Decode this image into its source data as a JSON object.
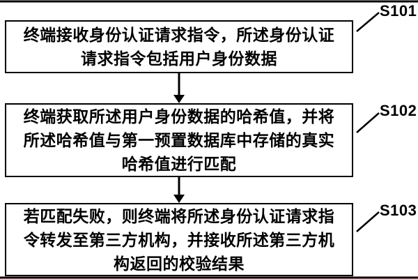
{
  "flow": {
    "steps": [
      {
        "label": "S101",
        "text": "终端接收身份认证请求指令，所述身份认证\n请求指令包括用户身份数据"
      },
      {
        "label": "S102",
        "text": "终端获取所述用户身份数据的哈希值，并将\n所述哈希值与第一预置数据库中存储的真实\n哈希值进行匹配"
      },
      {
        "label": "S103",
        "text": "若匹配失败，则终端将所述身份认证请求指\n令转发至第三方机构，并接收所述第三方机\n构返回的校验结果"
      }
    ],
    "colors": {
      "line": "#000000",
      "background": "#ffffff"
    }
  }
}
